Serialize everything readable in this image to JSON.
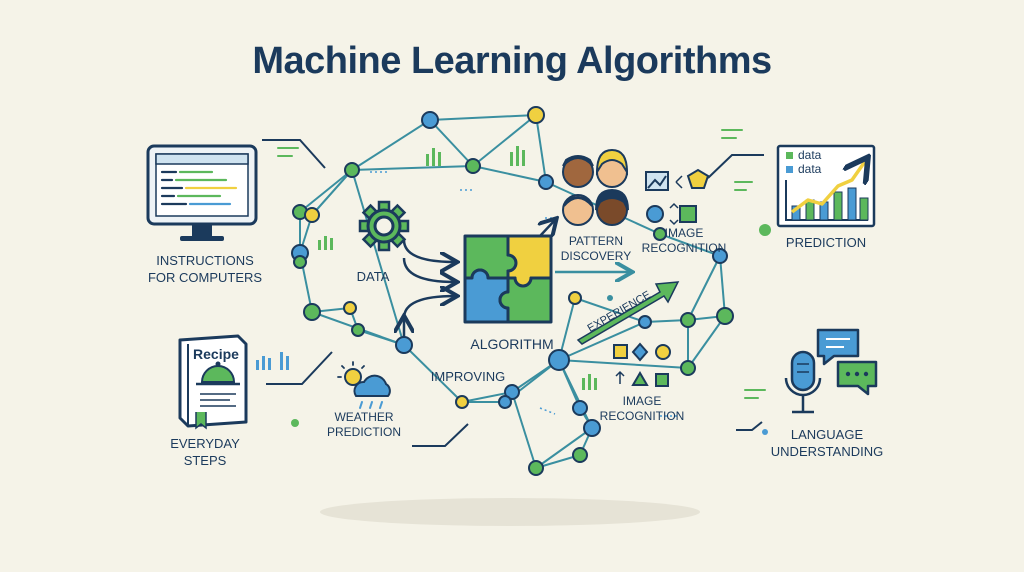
{
  "title": "Machine Learning Algorithms",
  "labels": {
    "instructions": "INSTRUCTIONS\nFOR COMPUTERS",
    "recipe": "Recipe",
    "everyday": "EVERYDAY\nSTEPS",
    "data_node": "DATA",
    "algorithm": "ALGORITHM",
    "weather": "WEATHER\nPREDICTION",
    "improving": "IMPROVING",
    "pattern": "PATTERN\nDISCOVERY",
    "image1": "IMAGE\nRECOGNITION",
    "image2": "IMAGE\nRECOGNITION",
    "experience": "EXPERIENCE",
    "prediction": "PREDICTION",
    "chart_data1": "data",
    "chart_data2": "data",
    "language": "LANGUAGE\nUNDERSTANDING"
  },
  "colors": {
    "navy": "#1b3a5c",
    "teal": "#3a8fa0",
    "blue": "#4a9bd4",
    "green": "#5cb85c",
    "yellow": "#f0d040",
    "background": "#f5f3e8"
  },
  "icons": [
    "computer-monitor-icon",
    "recipe-book-icon",
    "gear-icon",
    "puzzle-icon",
    "weather-icon",
    "faces-icon",
    "shapes-icon",
    "bar-chart-icon",
    "microphone-icon",
    "speech-bubble-icon"
  ]
}
